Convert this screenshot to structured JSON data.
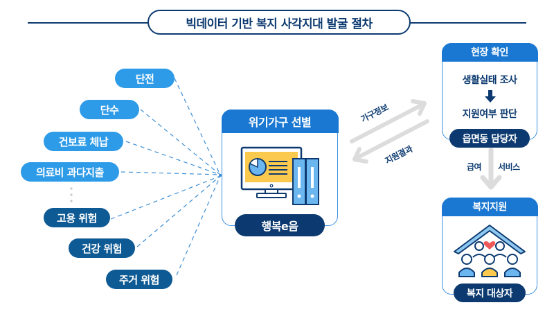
{
  "title": "빅데이터 기반 복지 사각지대 발굴 절차",
  "risk_factors": {
    "utility": [
      {
        "label": "단전"
      },
      {
        "label": "단수"
      },
      {
        "label": "건보료 체납"
      },
      {
        "label": "의료비 과다지출"
      }
    ],
    "risk": [
      {
        "label": "고용 위험"
      },
      {
        "label": "건강 위험"
      },
      {
        "label": "주거 위험"
      }
    ],
    "ellipsis_icon": "vertical-dots-icon"
  },
  "selection": {
    "header": "위기가구 선별",
    "illustration_icon": "monitor-chart-binders-icon",
    "footer": "행복e음"
  },
  "exchange": {
    "to_label": "가구정보",
    "back_label": "지원결과"
  },
  "field_check": {
    "header": "현장 확인",
    "step1": "생활실태 조사",
    "arrow_icon": "arrow-down-icon",
    "step2": "지원여부 판단",
    "footer": "읍면동 담당자"
  },
  "flow_labels": {
    "left": "급여",
    "right": "서비스"
  },
  "welfare_support": {
    "header": "복지지원",
    "illustration_icon": "house-family-heart-icon",
    "footer": "복지 대상자"
  },
  "colors": {
    "navy": "#0c3a70",
    "blue": "#1a78d2",
    "light_blue": "#2e9be8",
    "dark_pill": "#0e5a94",
    "arrow_gray": "#dcdcdc"
  }
}
